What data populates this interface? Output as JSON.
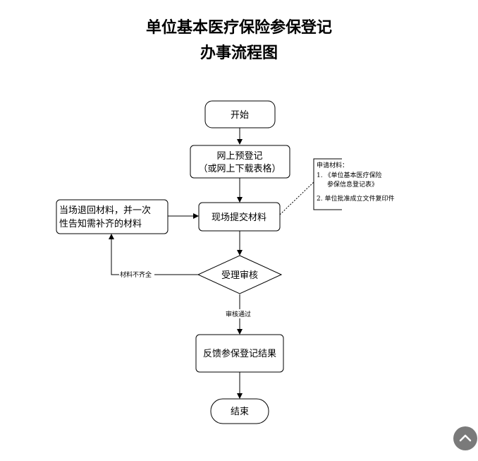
{
  "title": "单位基本医疗保险参保登记",
  "subtitle": "办事流程图",
  "nodes": {
    "start": "开始",
    "register_line1": "网上预登记",
    "register_line2": "（或网上下载表格）",
    "submit": "现场提交材料",
    "return_line1": "当场退回材料，并一次",
    "return_line2": "性告知需补齐的材料",
    "review": "受理审核",
    "feedback": "反馈参保登记结果",
    "end": "结束"
  },
  "edge_labels": {
    "incomplete": "材料不齐全",
    "approved": "审核通过"
  },
  "annotation": {
    "heading": "申请材料：",
    "item1_line1": "1. 《单位基本医疗保险",
    "item1_line2": "参保信息登记表》",
    "item2": "2.  单位批准成立文件复印件"
  },
  "scroll_top": {
    "icon": "chevron-up-icon",
    "color": "#7a7a7a"
  }
}
